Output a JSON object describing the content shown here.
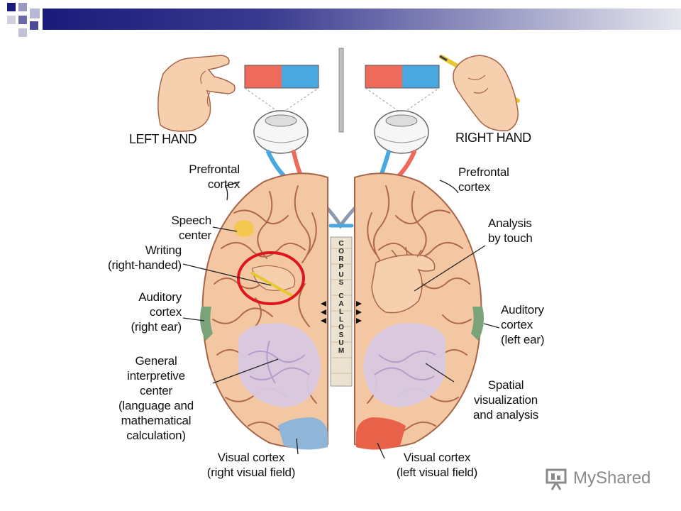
{
  "colors": {
    "header_navy": "#1a1a7a",
    "header_fade": "#c8c8dc",
    "brain_skin": "#f2c7a1",
    "brain_groove": "#b06a4a",
    "speech_yellow": "#f5c842",
    "auditory_green": "#7aa37a",
    "interpretive_lavender": "#d7c8e2",
    "visual_blue": "#8fb6d8",
    "visual_red": "#e8624a",
    "field_red": "#ee6a5a",
    "field_blue": "#4aa8e0",
    "highlight_circle": "#e0141e"
  },
  "labels": {
    "left_hand": "LEFT HAND",
    "right_hand": "RIGHT HAND",
    "prefrontal_left": "Prefrontal\ncortex",
    "prefrontal_right": "Prefrontal\ncortex",
    "speech_center": "Speech\ncenter",
    "writing": "Writing\n(right-handed)",
    "auditory_left": "Auditory\ncortex\n(right ear)",
    "general_interpretive": "General\ninterpretive\ncenter\n(language and\nmathematical\ncalculation)",
    "visual_cortex_left": "Visual cortex\n(right visual field)",
    "analysis_by_touch": "Analysis\nby touch",
    "auditory_right": "Auditory\ncortex\n(left ear)",
    "spatial": "Spatial\nvisualization\nand analysis",
    "visual_cortex_right": "Visual cortex\n(left visual field)",
    "corpus_callosum": "CORPUS CALLOSUM"
  },
  "watermark": {
    "text": "MyShared",
    "icon": "presentation-board-icon"
  },
  "icons": {
    "left_hand": "resting-hand-icon",
    "right_hand": "writing-hand-icon",
    "eye": "eye-icon",
    "pencil": "pencil-icon"
  }
}
